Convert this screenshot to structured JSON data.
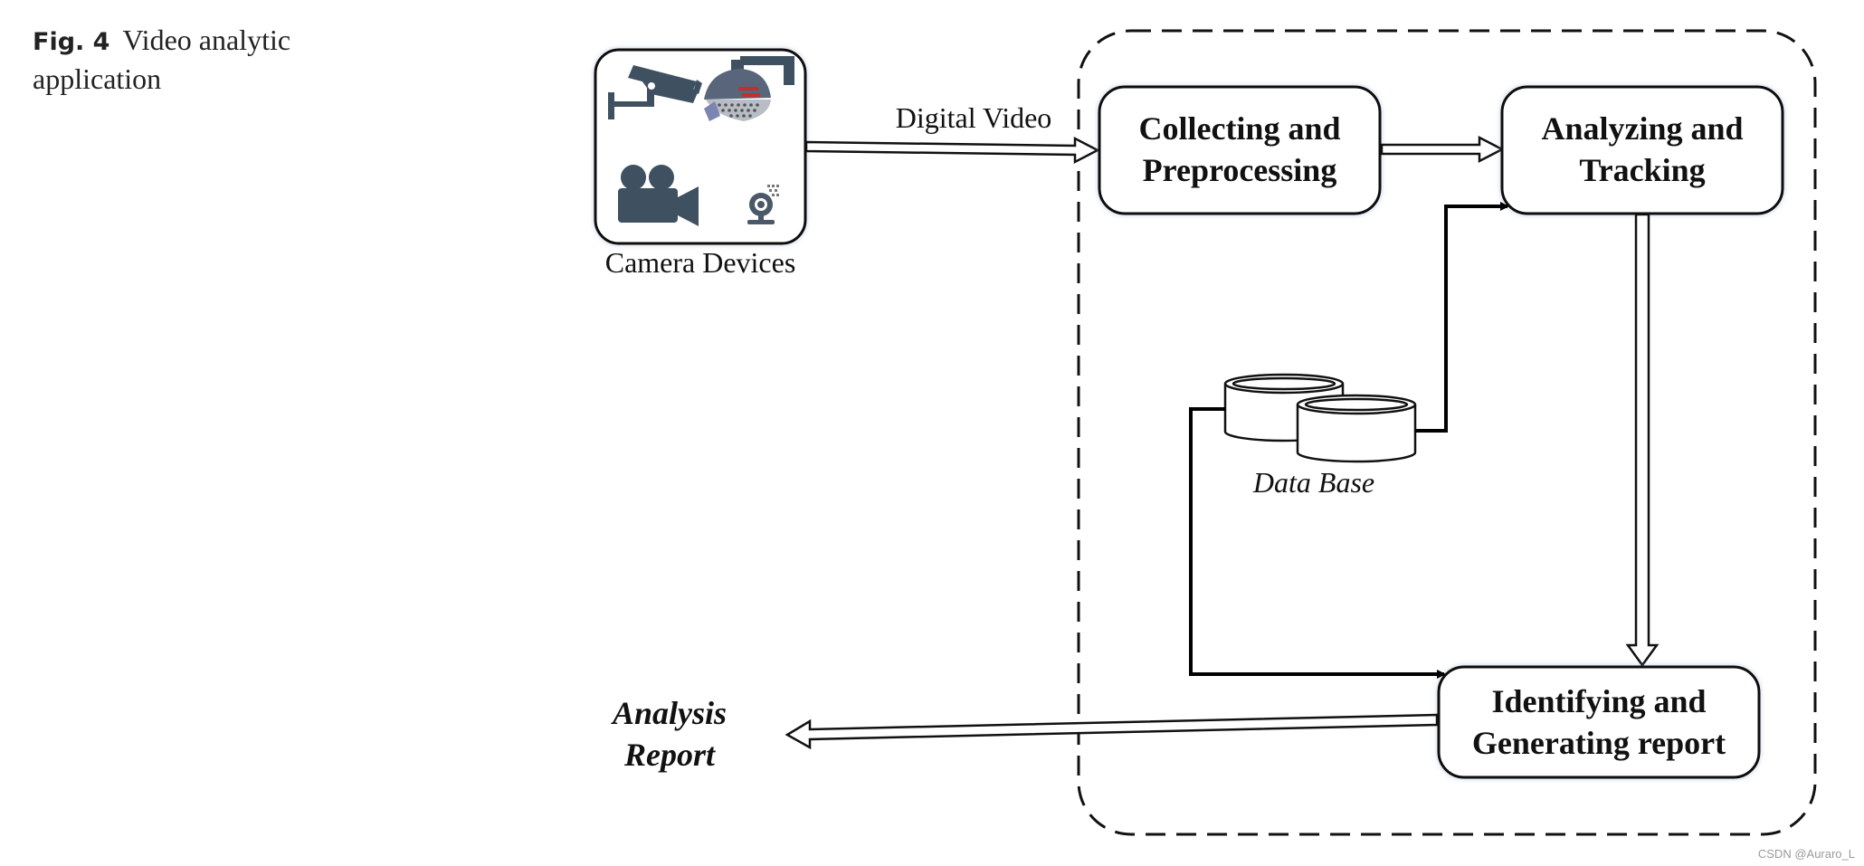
{
  "caption": {
    "label": "Fig. 4",
    "text": "Video analytic\napplication"
  },
  "camera_group": {
    "label": "Camera Devices",
    "icons": [
      "security-camera-icon",
      "dome-camera-icon",
      "video-camera-icon",
      "webcam-icon"
    ],
    "icon_color": "#3f5060"
  },
  "flow": {
    "input_label": "Digital Video",
    "nodes": {
      "collecting": [
        "Collecting and",
        "Preprocessing"
      ],
      "analyzing": [
        "Analyzing and",
        "Tracking"
      ],
      "identifying": [
        "Identifying and",
        "Generating report"
      ]
    },
    "database_label": "Data Base",
    "output": [
      "Analysis",
      "Report"
    ]
  },
  "watermark": "CSDN @Auraro_L"
}
